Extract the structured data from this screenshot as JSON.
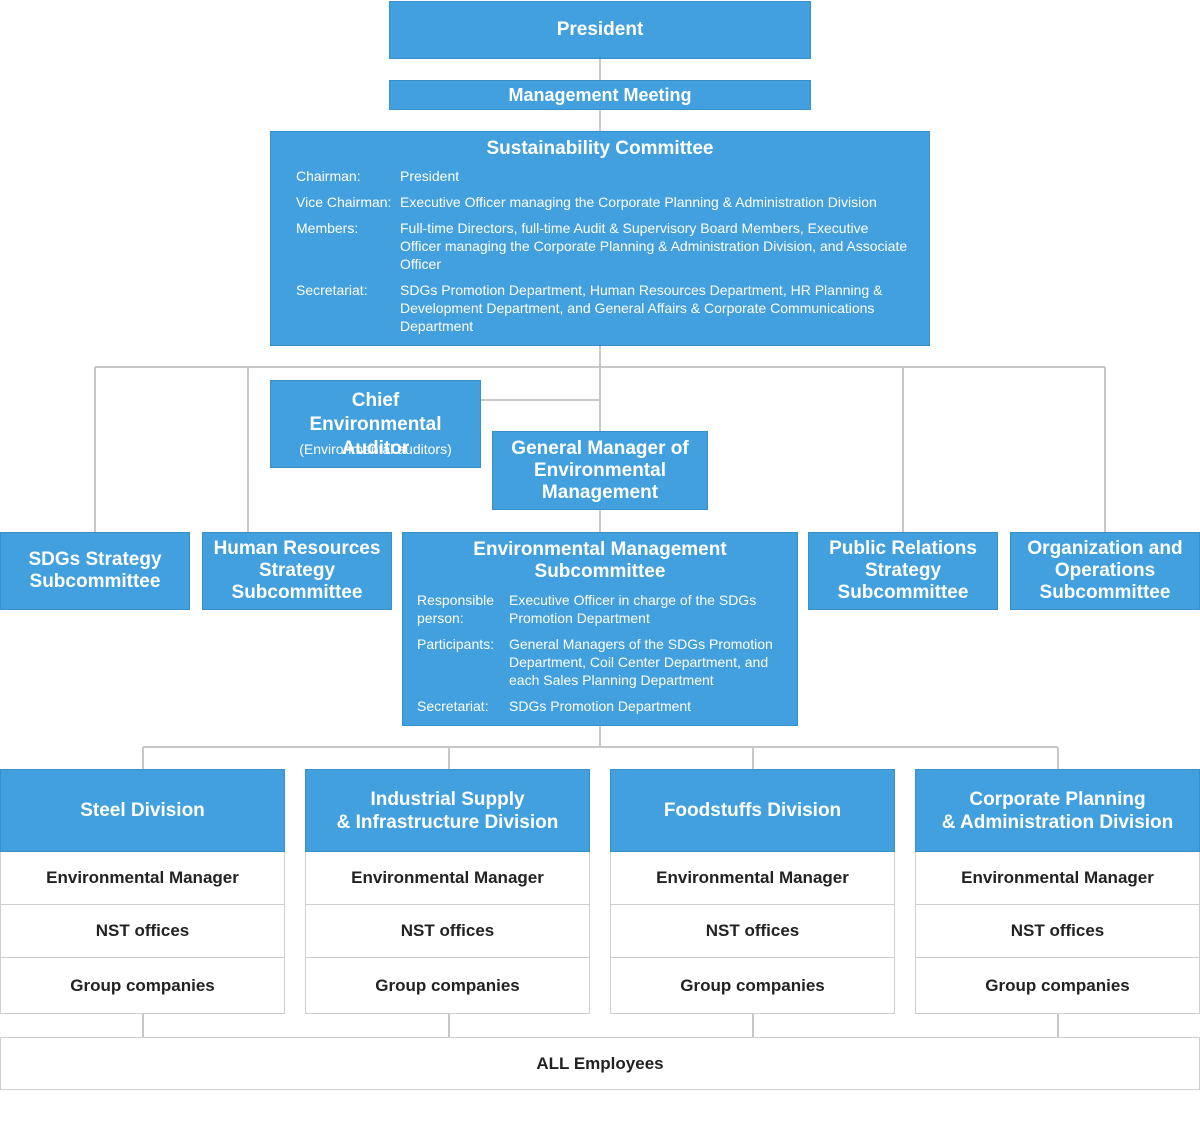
{
  "colors": {
    "box_blue": "#41a0dd",
    "line_gray": "#c8c8c8",
    "text_dark": "#222222"
  },
  "president": "President",
  "management_meeting": "Management Meeting",
  "sustainability_committee": {
    "title": "Sustainability Committee",
    "chairman_label": "Chairman:",
    "chairman": "President",
    "vice_label": "Vice Chairman:",
    "vice": "Executive Officer managing the Corporate Planning & Administration Division",
    "members_label": "Members:",
    "members": "Full-time Directors, full-time Audit & Supervisory Board Members, Executive Officer managing the Corporate Planning & Administration Division, and Associate Officer",
    "secretariat_label": "Secretariat:",
    "secretariat": "SDGs Promotion Department, Human Resources Department, HR Planning & Development Department, and General Affairs & Corporate Communications Department"
  },
  "chief_auditor": {
    "title": "Chief Environmental Auditor",
    "sub": "(Environmental auditors)"
  },
  "gm_env": "General Manager of Environmental Management",
  "subcommittees": {
    "sdgs": "SDGs Strategy Subcommittee",
    "hr": "Human Resources Strategy Subcommittee",
    "pr": "Public Relations Strategy Subcommittee",
    "org": "Organization and Operations Subcommittee"
  },
  "env_subcommittee": {
    "title": "Environmental Management Subcommittee",
    "responsible_label": "Responsible person:",
    "responsible": "Executive Officer in charge of the SDGs Promotion Department",
    "participants_label": "Participants:",
    "participants": "General Managers of the SDGs Promotion Department, Coil Center Department, and each Sales Planning Department",
    "secretariat_label": "Secretariat:",
    "secretariat": "SDGs Promotion Department"
  },
  "divisions": [
    {
      "name": "Steel Division",
      "manager": "Environmental Manager",
      "offices": "NST offices",
      "group": "Group companies"
    },
    {
      "name": "Industrial Supply\n& Infrastructure Division",
      "manager": "Environmental Manager",
      "offices": "NST offices",
      "group": "Group companies"
    },
    {
      "name": "Foodstuffs Division",
      "manager": "Environmental Manager",
      "offices": "NST offices",
      "group": "Group companies"
    },
    {
      "name": "Corporate Planning\n& Administration Division",
      "manager": "Environmental Manager",
      "offices": "NST offices",
      "group": "Group companies"
    }
  ],
  "all_employees": "ALL Employees"
}
